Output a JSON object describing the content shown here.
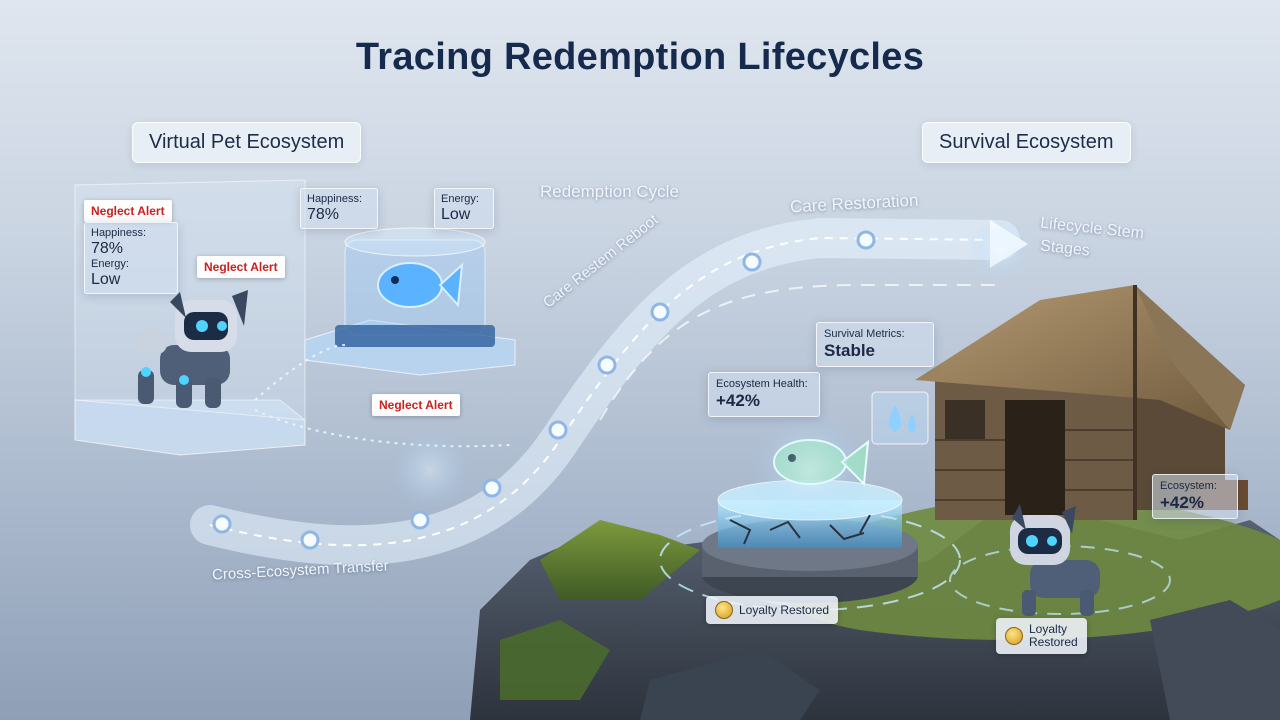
{
  "title": "Tracing Redemption Lifecycles",
  "ecosystems": {
    "left": "Virtual Pet Ecosystem",
    "right": "Survival Ecosystem"
  },
  "left_panels": {
    "stats_a": {
      "happiness_label": "Happiness:",
      "happiness_value": "78%",
      "energy_label": "Energy:",
      "energy_value": "Low"
    },
    "stats_b": {
      "happiness_label": "Happiness:",
      "happiness_value": "78%"
    },
    "stats_c": {
      "energy_label": "Energy:",
      "energy_value": "Low"
    },
    "alerts": [
      "Neglect Alert",
      "Neglect Alert",
      "Neglect Alert"
    ]
  },
  "flow_labels": {
    "redemption_cycle": "Redemption Cycle",
    "care_restoration": "Care Restoration",
    "lifecycle_stages_1": "Lifecycle Stem",
    "lifecycle_stages_2": "Stages",
    "care_reboot": "Care Restem Reboot",
    "cross_transfer": "Cross-Ecosystem Transfer"
  },
  "right_panels": {
    "ecosystem_health": {
      "label": "Ecosystem Health:",
      "value": "+42%"
    },
    "survival_metrics": {
      "label": "Survival Metrics:",
      "value": "Stable"
    },
    "ecosystem": {
      "label": "Ecosystem:",
      "value": "+42%"
    },
    "loyalty_1": "Loyalty Restored",
    "loyalty_2_line1": "Loyalty",
    "loyalty_2_line2": "Restored"
  },
  "colors": {
    "title": "#162a4e",
    "alert_text": "#c8221f",
    "glow": "#bfe4ff",
    "hologram": "#4ea8ff"
  }
}
